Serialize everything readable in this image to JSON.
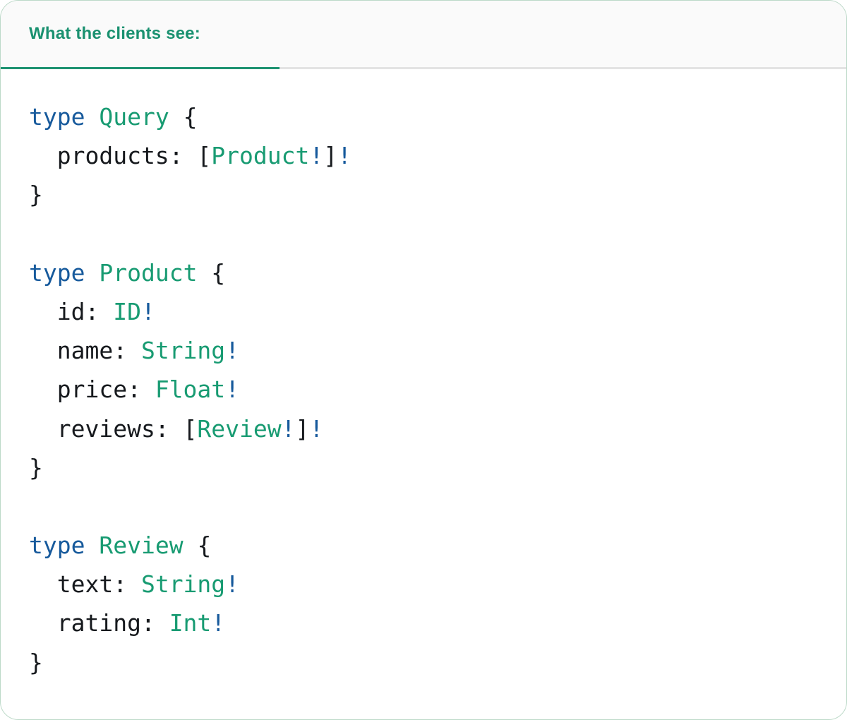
{
  "panel": {
    "tab_label": "What the clients see:",
    "language": "graphql-schema"
  },
  "colors": {
    "tab_text": "#1a9170",
    "tab_underline": "#1d9271",
    "divider": "#e3e3e3",
    "header_bg": "#fafafa",
    "card_border": "#bcd9c8",
    "code_keyword": "#175a9c",
    "code_typename": "#189b72",
    "code_plain": "#16191d",
    "code_bang": "#175a9c"
  },
  "code": {
    "lines": [
      [
        {
          "c": "keyword",
          "t": "type"
        },
        {
          "c": "plain",
          "t": " "
        },
        {
          "c": "typename",
          "t": "Query"
        },
        {
          "c": "plain",
          "t": " {"
        }
      ],
      [
        {
          "c": "plain",
          "t": "  products: ["
        },
        {
          "c": "typename",
          "t": "Product"
        },
        {
          "c": "bang",
          "t": "!"
        },
        {
          "c": "plain",
          "t": "]"
        },
        {
          "c": "bang",
          "t": "!"
        }
      ],
      [
        {
          "c": "plain",
          "t": "}"
        }
      ],
      [],
      [
        {
          "c": "keyword",
          "t": "type"
        },
        {
          "c": "plain",
          "t": " "
        },
        {
          "c": "typename",
          "t": "Product"
        },
        {
          "c": "plain",
          "t": " {"
        }
      ],
      [
        {
          "c": "plain",
          "t": "  id: "
        },
        {
          "c": "typename",
          "t": "ID"
        },
        {
          "c": "bang",
          "t": "!"
        }
      ],
      [
        {
          "c": "plain",
          "t": "  name: "
        },
        {
          "c": "typename",
          "t": "String"
        },
        {
          "c": "bang",
          "t": "!"
        }
      ],
      [
        {
          "c": "plain",
          "t": "  price: "
        },
        {
          "c": "typename",
          "t": "Float"
        },
        {
          "c": "bang",
          "t": "!"
        }
      ],
      [
        {
          "c": "plain",
          "t": "  reviews: ["
        },
        {
          "c": "typename",
          "t": "Review"
        },
        {
          "c": "bang",
          "t": "!"
        },
        {
          "c": "plain",
          "t": "]"
        },
        {
          "c": "bang",
          "t": "!"
        }
      ],
      [
        {
          "c": "plain",
          "t": "}"
        }
      ],
      [],
      [
        {
          "c": "keyword",
          "t": "type"
        },
        {
          "c": "plain",
          "t": " "
        },
        {
          "c": "typename",
          "t": "Review"
        },
        {
          "c": "plain",
          "t": " {"
        }
      ],
      [
        {
          "c": "plain",
          "t": "  text: "
        },
        {
          "c": "typename",
          "t": "String"
        },
        {
          "c": "bang",
          "t": "!"
        }
      ],
      [
        {
          "c": "plain",
          "t": "  rating: "
        },
        {
          "c": "typename",
          "t": "Int"
        },
        {
          "c": "bang",
          "t": "!"
        }
      ],
      [
        {
          "c": "plain",
          "t": "}"
        }
      ]
    ]
  }
}
